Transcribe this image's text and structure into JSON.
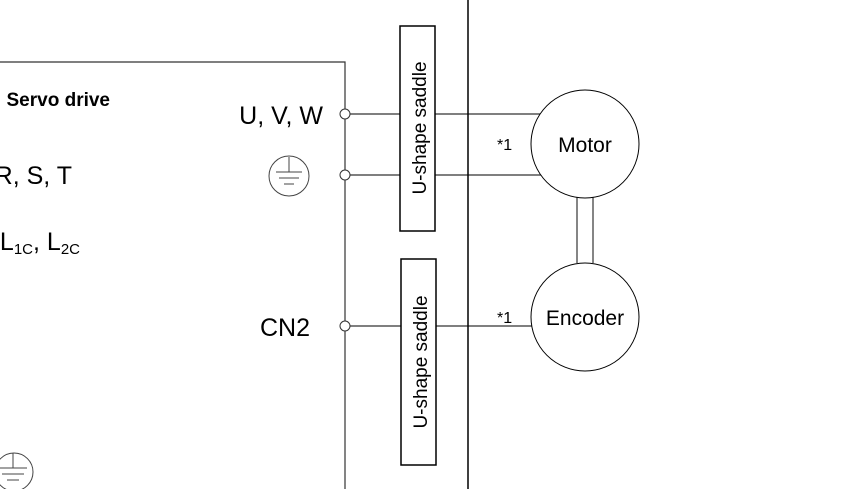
{
  "drive": {
    "title": "Servo drive",
    "power_input": "R, S, T",
    "control_power": {
      "l1": "L",
      "l1_sub": "1C",
      "sep": ", ",
      "l2": "L",
      "l2_sub": "2C"
    },
    "motor_terminal": "U, V, W",
    "encoder_terminal": "CN2"
  },
  "saddles": {
    "top": "U-shape saddle",
    "bottom": "U-shape saddle"
  },
  "notes": {
    "motor_note": "*1",
    "encoder_note": "*1"
  },
  "devices": {
    "motor": "Motor",
    "encoder": "Encoder"
  },
  "icons": {
    "ground": "protective-earth-icon"
  }
}
